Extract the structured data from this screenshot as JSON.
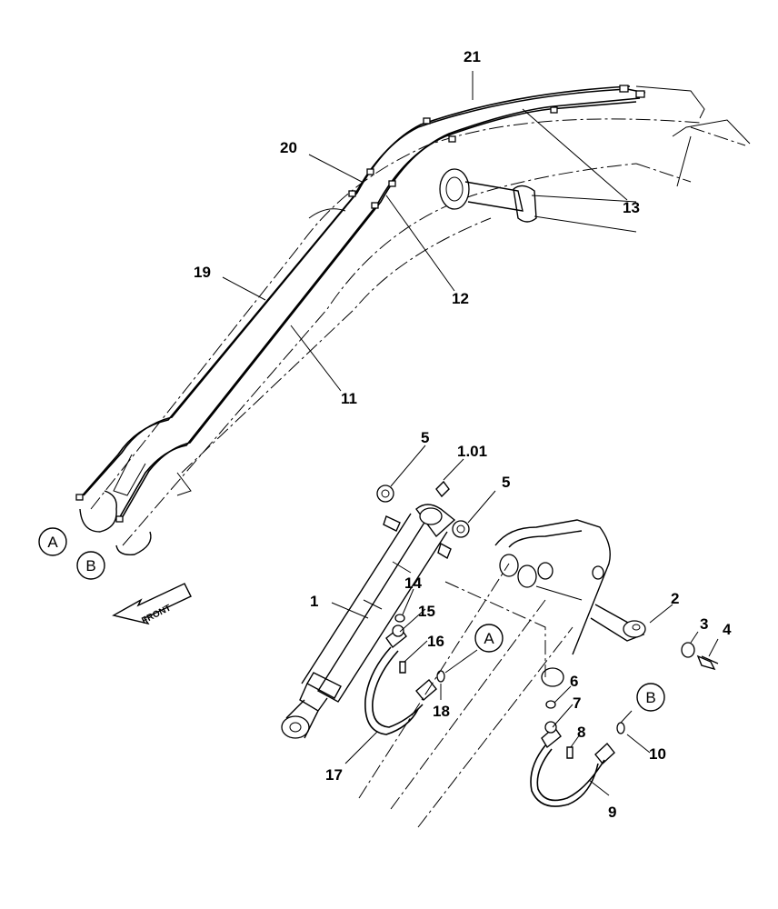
{
  "diagram": {
    "callouts": {
      "c21": "21",
      "c20": "20",
      "c13": "13",
      "c12": "12",
      "c19": "19",
      "c11": "11",
      "c5a": "5",
      "c101": "1.01",
      "c5b": "5",
      "c2": "2",
      "c3": "3",
      "c4": "4",
      "c1": "1",
      "c14": "14",
      "c15": "15",
      "c16": "16",
      "c18": "18",
      "c17": "17",
      "c6": "6",
      "c7": "7",
      "c8": "8",
      "c10": "10",
      "c9": "9"
    },
    "circle_labels": {
      "a_left": "A",
      "b_left": "B",
      "a_center": "A",
      "b_right": "B"
    },
    "front_arrow_label": "FRONT"
  }
}
